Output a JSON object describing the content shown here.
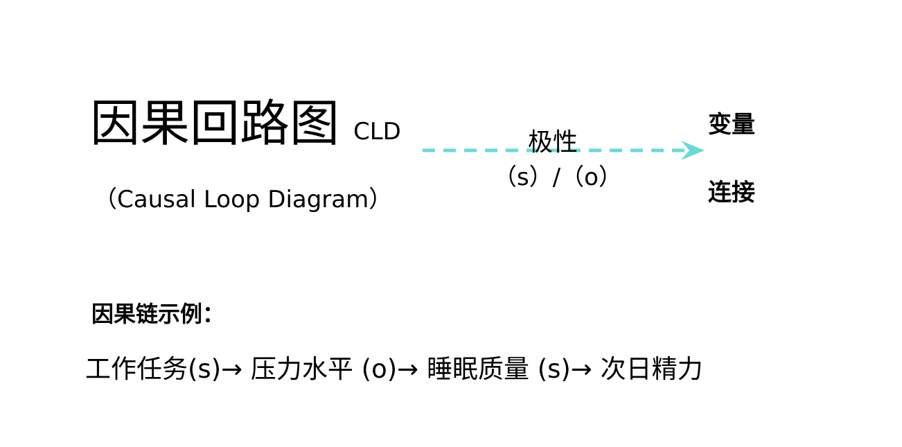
{
  "title": "因果回路图",
  "title_suffix": "CLD",
  "subtitle": "（Causal Loop Diagram）",
  "arrow": {
    "label_top": "极性",
    "label_bottom": "（s）/（o）",
    "color": "#6ad9d9"
  },
  "side_labels": {
    "variable": "变量",
    "connection": "连接"
  },
  "example": {
    "label": "因果链示例：",
    "chain": "工作任务(s)→ 压力水平 (o)→ 睡眠质量 (s)→ 次日精力"
  }
}
